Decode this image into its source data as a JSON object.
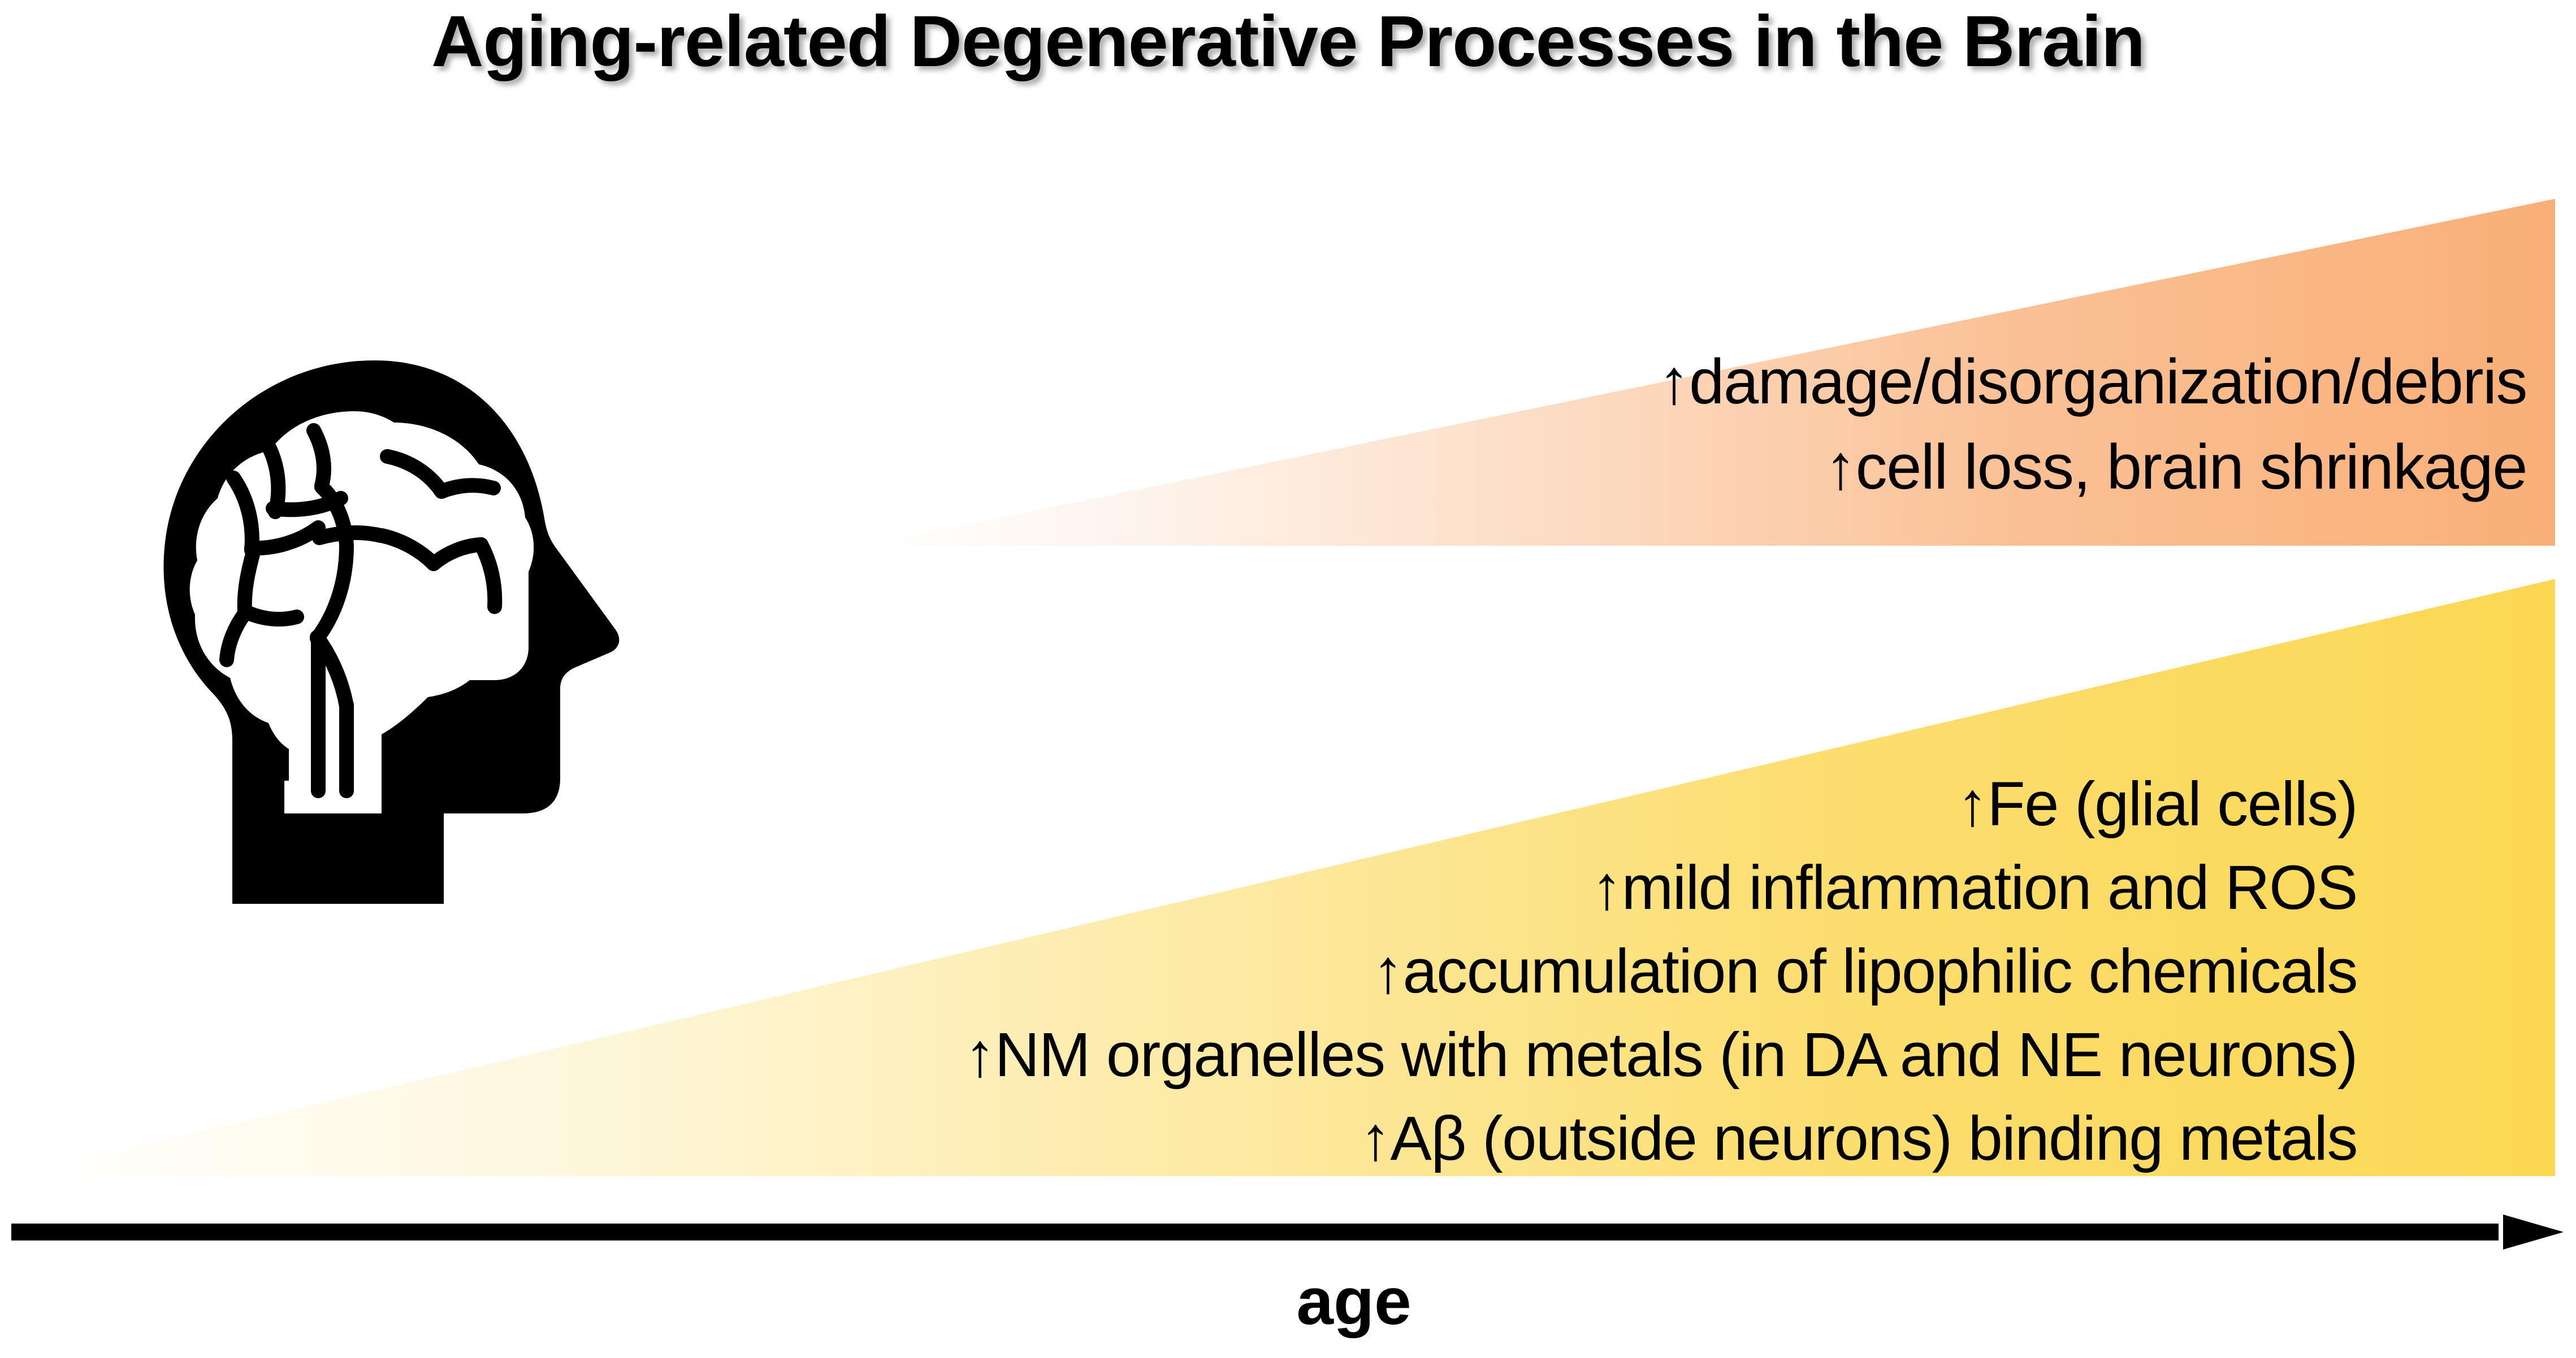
{
  "figure": {
    "title": "Aging-related Degenerative Processes in the Brain",
    "background_color": "#ffffff",
    "text_color": "#000000"
  },
  "icon": {
    "name": "head-with-brain-icon",
    "description": "black human head silhouette in profile facing right with white brain cutout",
    "color": "#000000"
  },
  "upper_wedge": {
    "name": "damage-wedge",
    "fill_start_color": "#ffffff",
    "fill_end_color": "#f9af77",
    "lines": [
      "↑damage/disorganization/debris",
      "↑cell loss, brain shrinkage"
    ]
  },
  "lower_wedge": {
    "name": "accumulation-wedge",
    "fill_start_color": "#ffffff",
    "fill_end_color": "#fbd753",
    "lines": [
      "↑Fe (glial cells)",
      "↑mild inflammation and ROS",
      "↑accumulation of lipophilic chemicals",
      "↑NM organelles with metals (in DA and NE neurons)",
      "↑Aβ (outside neurons) binding metals"
    ]
  },
  "axis": {
    "label": "age",
    "arrow_direction": "right",
    "arrow_color": "#000000"
  },
  "chart_data": {
    "type": "area",
    "title": "Aging-related Degenerative Processes in the Brain",
    "xlabel": "age",
    "ylabel": "",
    "grid": false,
    "legend": "none",
    "description": "Two right-expanding triangular wedges representing processes that increase monotonically with age. Each wedge's thickness grows from zero at its left tip to maximum at the right edge, and its fill fades from white to full colour along the age axis.",
    "series": [
      {
        "name": "damage/disorganization/debris; cell loss, brain shrinkage",
        "color": "#f9af77",
        "onset_fraction_of_axis": 0.34,
        "x": [
          0.34,
          1.0
        ],
        "thickness": [
          0,
          1.0
        ],
        "annotations": [
          "↑damage/disorganization/debris",
          "↑cell loss, brain shrinkage"
        ]
      },
      {
        "name": "iron, inflammation, lipophilic chemicals, neuromelanin, amyloid-beta",
        "color": "#fbd753",
        "onset_fraction_of_axis": 0.0,
        "x": [
          0.0,
          1.0
        ],
        "thickness": [
          0,
          1.0
        ],
        "annotations": [
          "↑Fe (glial cells)",
          "↑mild inflammation and ROS",
          "↑accumulation of lipophilic chemicals",
          "↑NM organelles with metals (in DA and NE neurons)",
          "↑Aβ (outside neurons) binding metals"
        ]
      }
    ]
  }
}
